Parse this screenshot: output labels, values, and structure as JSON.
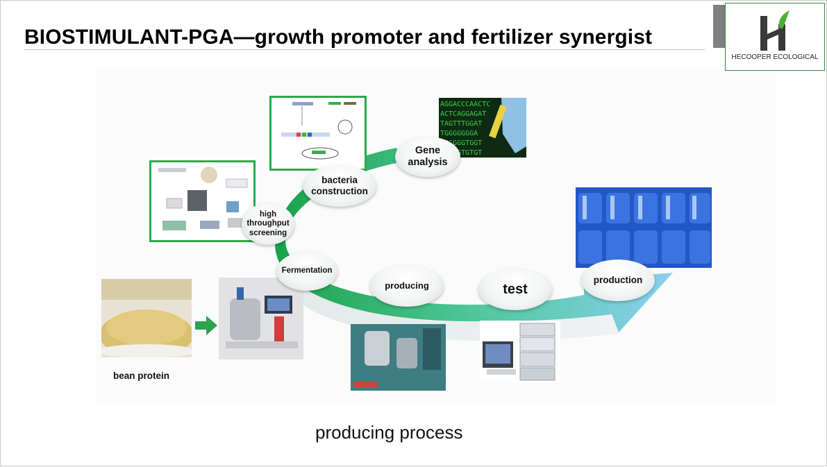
{
  "slide": {
    "title": "BIOSTIMULANT-PGA—growth promoter and fertilizer synergist",
    "logo_text": "HECOOPER ECOLOGICAL",
    "caption": "producing process"
  },
  "diagram": {
    "stages": {
      "screening": "high throughput screening",
      "bacteria": "bacteria construction",
      "gene": "Gene analysis",
      "fermentation": "Fermentation",
      "producing": "producing",
      "test": "test",
      "production": "production"
    },
    "input_label": "bean protein"
  },
  "colors": {
    "brand_green": "#2e8b3c",
    "arrow_green": "#2fb96a",
    "arrow_blue": "#7dc9ec"
  }
}
